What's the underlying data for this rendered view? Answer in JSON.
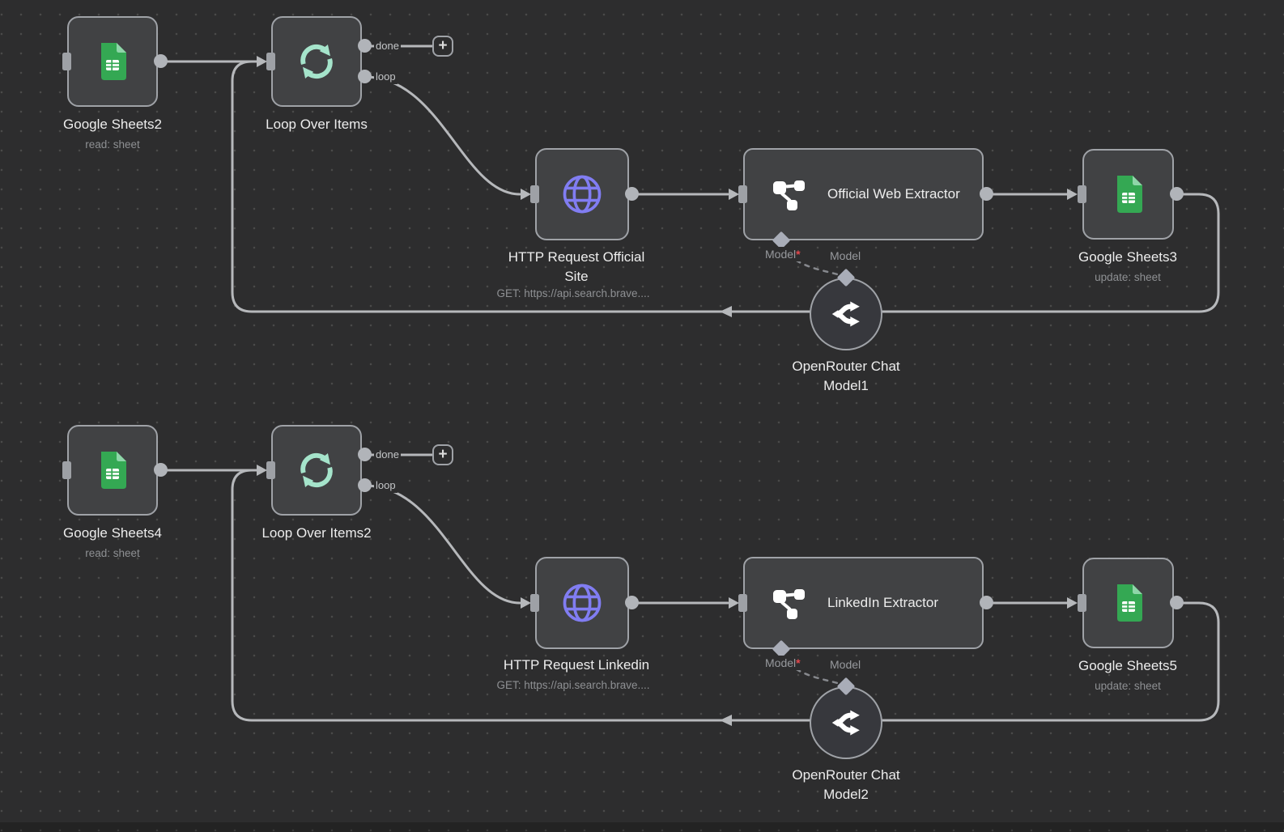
{
  "colors": {
    "canvas_bg": "#2d2d2e",
    "canvas_dot": "#4a4a4a",
    "node_bg": "#414244",
    "node_border": "#9fa2a7",
    "connection_gray": "#b6b8bb",
    "sheets_green": "#34a853",
    "sheets_fold_green": "#8fd6a9",
    "loop_mint": "#a5e4cb",
    "http_purple": "#817df2",
    "required_red": "#e5484d"
  },
  "workflow": {
    "rows": [
      {
        "sheets_in": {
          "title": "Google Sheets2",
          "subtitle": "read: sheet"
        },
        "loop": {
          "title": "Loop Over Items",
          "done_label": "done",
          "loop_label": "loop"
        },
        "add_button_label": "+",
        "http": {
          "title": "HTTP Request Official Site",
          "subtitle": "GET: https://api.search.brave...."
        },
        "extractor": {
          "title": "Official Web Extractor"
        },
        "model_connection": {
          "source_label": "Model",
          "required_mark": "*",
          "target_label": "Model"
        },
        "model": {
          "title": "OpenRouter Chat Model1"
        },
        "sheets_out": {
          "title": "Google Sheets3",
          "subtitle": "update: sheet"
        }
      },
      {
        "sheets_in": {
          "title": "Google Sheets4",
          "subtitle": "read: sheet"
        },
        "loop": {
          "title": "Loop Over Items2",
          "done_label": "done",
          "loop_label": "loop"
        },
        "add_button_label": "+",
        "http": {
          "title": "HTTP Request Linkedin",
          "subtitle": "GET: https://api.search.brave...."
        },
        "extractor": {
          "title": "LinkedIn Extractor"
        },
        "model_connection": {
          "source_label": "Model",
          "required_mark": "*",
          "target_label": "Model"
        },
        "model": {
          "title": "OpenRouter Chat Model2"
        },
        "sheets_out": {
          "title": "Google Sheets5",
          "subtitle": "update: sheet"
        }
      }
    ]
  }
}
